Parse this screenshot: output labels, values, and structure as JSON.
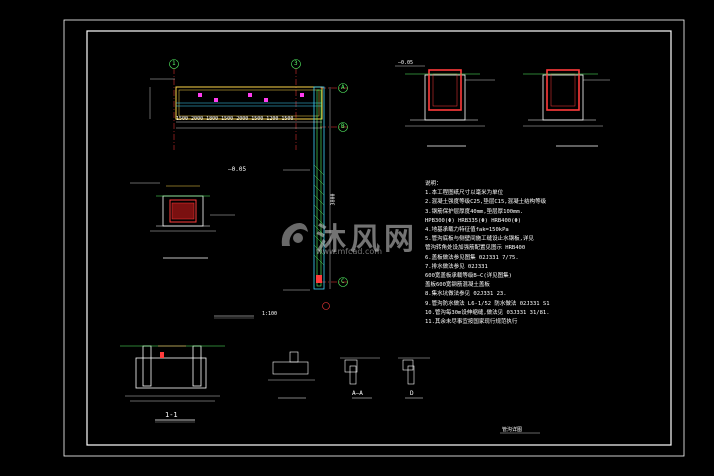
{
  "watermark": {
    "text": "沐风网",
    "url": "www.mfcad.com"
  },
  "grid_axes": {
    "axis1": "1",
    "axis3": "3",
    "axisA": "A",
    "axisB": "B",
    "axisC": "C"
  },
  "plan": {
    "dim_string": "1500 2000 1800 1500 2000 1500 1200 1500",
    "dim_right": "3800",
    "elev_label": "—0.05",
    "scale": "1:100"
  },
  "section_1_1": {
    "title": "1-1"
  },
  "detail_AA": {
    "title": "A—A"
  },
  "detail_D": {
    "title": "D"
  },
  "section_top_right": {
    "elev": "—0.05"
  },
  "notes": [
    "说明：",
    "1.本工程图纸尺寸以毫米为单位",
    "2.混凝土强度等级C25,垫层C15,混凝土结构等级",
    "3.钢筋保护层厚度40mm,垫层厚100mm.",
    "  HPB300(Φ) HRB335(Φ) HRB400(Φ)",
    "4.地基承载力特征值fak=150kPa",
    "5.管沟底板与侧壁间施工缝设止水钢板,详见",
    "  管沟转角处设加强筋配置见图示 HRB400",
    "6.盖板做法参见图集 02J331 7/75.",
    "7.排水做法参见 02J331",
    "  600宽盖板承载等级B—C(详见图集)",
    "  盖板600宽钢筋混凝土盖板",
    "8.集水坑做法参见 02J331 23.",
    "9.管沟防水做法 L6-1/52 防水做法 02J331 S1",
    "10.管沟每30m设伸缩缝,做法见 03J331 31/81.",
    "11.其余未尽事宜按国家现行规范执行"
  ],
  "title_block": {
    "drawing_name": "管沟详图"
  }
}
